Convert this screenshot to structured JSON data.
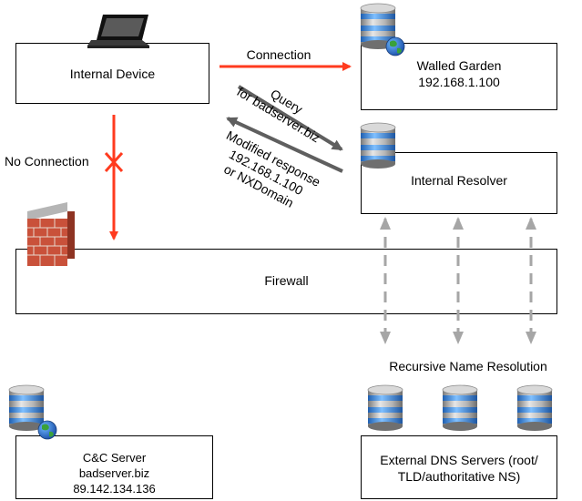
{
  "nodes": {
    "internal_device": {
      "label": "Internal Device"
    },
    "walled_garden": {
      "lines": [
        "Walled Garden",
        "192.168.1.100"
      ]
    },
    "internal_resolver": {
      "label": "Internal Resolver"
    },
    "firewall": {
      "label": "Firewall"
    },
    "cc_server": {
      "lines": [
        "C&C Server",
        "badserver.biz",
        "89.142.134.136"
      ]
    },
    "external_dns": {
      "lines": [
        "External DNS Servers (root/",
        "TLD/authoritative NS)"
      ]
    }
  },
  "edges": {
    "connection": "Connection",
    "no_connection": "No Connection",
    "query": [
      "Query",
      "for badserver.biz"
    ],
    "modified_response": [
      "Modified response",
      "192.168.1.100",
      "or NXDomain"
    ],
    "recursive": "Recursive Name Resolution"
  },
  "icons": {
    "laptop": "laptop-icon",
    "database_globe": "database-globe-icon",
    "database": "database-icon",
    "brick_wall": "brick-wall-icon",
    "blocked": "x-mark-icon"
  },
  "colors": {
    "connection_arrow": "#ff3b1f",
    "dns_arrow": "#5f5f5f",
    "dashed_arrow": "#a6a6a6",
    "db_blue": "#3d8fe0"
  }
}
